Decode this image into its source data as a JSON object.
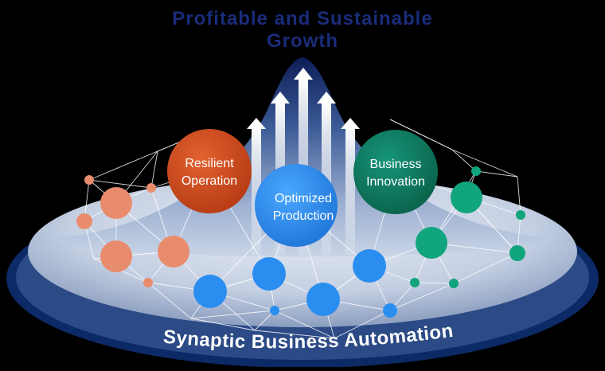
{
  "title": {
    "line1": "Profitable and Sustainable",
    "line2": "Growth"
  },
  "pillars": {
    "left": {
      "line1": "Resilient",
      "line2": "Operation"
    },
    "center": {
      "line1": "Optimized",
      "line2": "Production"
    },
    "right": {
      "line1": "Business",
      "line2": "Innovation"
    }
  },
  "base_label": "Synaptic Business Automation",
  "colors": {
    "background": "#000000",
    "title": "#1a2c7a",
    "base_ring": "#0c2a66",
    "pillar_left": "#d2491f",
    "pillar_center": "#2f8fe8",
    "pillar_right": "#0c7a5c",
    "nodes_left": "#e98c6e",
    "nodes_center": "#2a8ef0",
    "nodes_right": "#11a57d"
  }
}
